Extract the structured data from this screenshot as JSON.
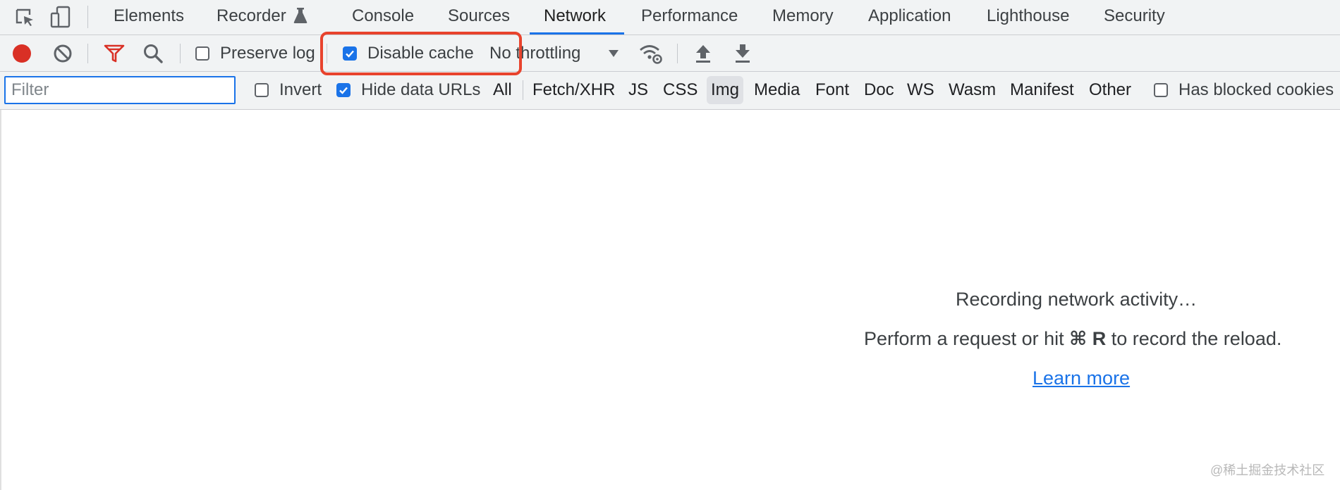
{
  "tabs": [
    {
      "label": "Elements"
    },
    {
      "label": "Recorder"
    },
    {
      "label": "Console"
    },
    {
      "label": "Sources"
    },
    {
      "label": "Network",
      "active": true
    },
    {
      "label": "Performance"
    },
    {
      "label": "Memory"
    },
    {
      "label": "Application"
    },
    {
      "label": "Lighthouse"
    },
    {
      "label": "Security"
    }
  ],
  "toolbar": {
    "preserve_log_label": "Preserve log",
    "preserve_log_checked": false,
    "disable_cache_label": "Disable cache",
    "disable_cache_checked": true,
    "throttling_value": "No throttling"
  },
  "filterbar": {
    "filter_placeholder": "Filter",
    "invert_label": "Invert",
    "invert_checked": false,
    "hide_data_urls_label": "Hide data URLs",
    "hide_data_urls_checked": true,
    "types": [
      "All",
      "Fetch/XHR",
      "JS",
      "CSS",
      "Img",
      "Media",
      "Font",
      "Doc",
      "WS",
      "Wasm",
      "Manifest",
      "Other"
    ],
    "selected_type": "Img",
    "blocked_cookies_label": "Has blocked cookies",
    "blocked_cookies_checked": false
  },
  "empty_state": {
    "title": "Recording network activity…",
    "hint_before": "Perform a request or hit",
    "hint_shortcut": "⌘ R",
    "hint_after": "to record the reload.",
    "learn_more": "Learn more"
  },
  "watermark": "@稀土掘金技术社区",
  "colors": {
    "accent": "#1a73e8",
    "record": "#d93025",
    "highlight_box": "#e8432d",
    "toolbar_bg": "#f1f3f4"
  },
  "icons": [
    "inspect-element-icon",
    "device-toolbar-icon",
    "flask-icon",
    "record-icon",
    "clear-icon",
    "filter-icon",
    "search-icon",
    "network-conditions-icon",
    "import-har-icon",
    "export-har-icon",
    "dropdown-arrow-icon"
  ]
}
